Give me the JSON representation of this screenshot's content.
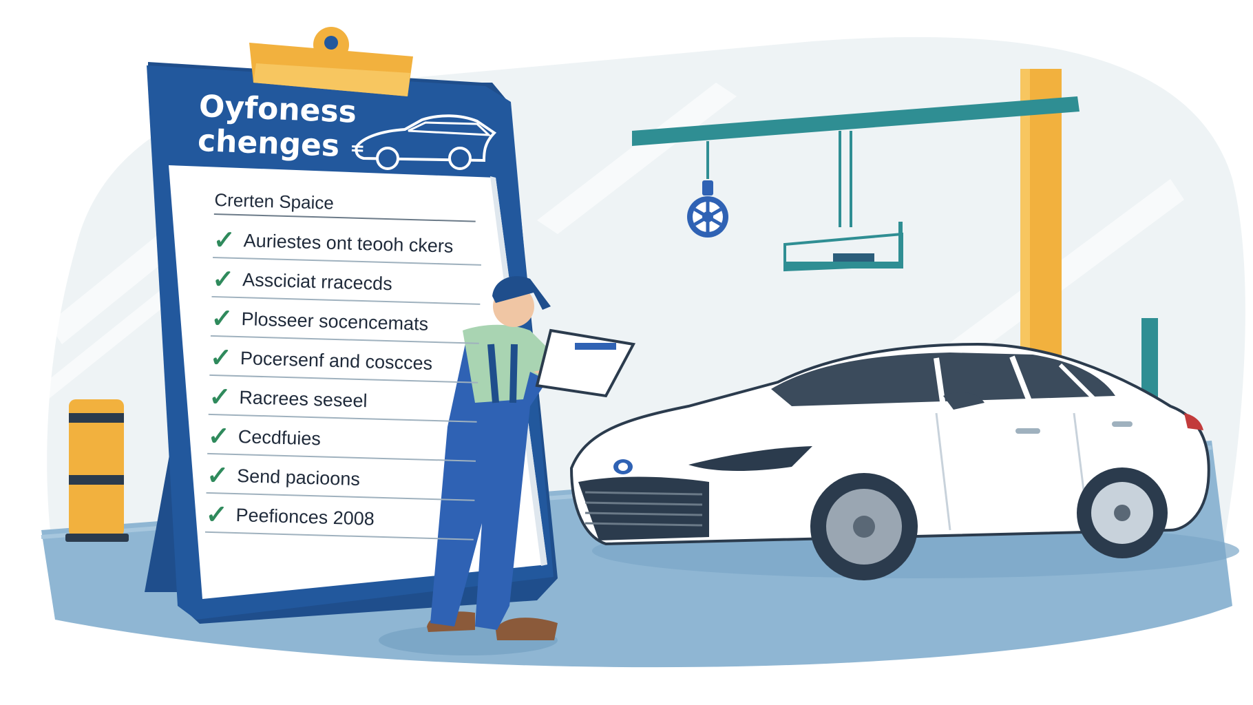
{
  "clipboard": {
    "title_line1": "Oyfoness",
    "title_line2": "chenges",
    "title_dash": "=",
    "section_title": "Crerten Spaice",
    "items": [
      {
        "label": "Auriestes ont teooh ckers",
        "checked": true
      },
      {
        "label": "Assciciat rracecds",
        "checked": true
      },
      {
        "label": "Plosseer socencemats",
        "checked": true
      },
      {
        "label": "Pocersenf and coscces",
        "checked": true
      },
      {
        "label": "Racrees seseel",
        "checked": true
      },
      {
        "label": "Cecdfuies",
        "checked": true
      },
      {
        "label": "Send pacioons",
        "checked": true
      },
      {
        "label": "Peefionces 2008",
        "checked": true
      }
    ],
    "check_glyph": "✓"
  },
  "colors": {
    "board_navy": "#1f4e8c",
    "clip_orange": "#f2b13e",
    "check_green": "#2f8a5c",
    "floor_blue": "#8fb6d3",
    "lift_teal": "#2f8e93",
    "uniform_blue": "#2f62b4",
    "shirt_green": "#a9d4b2"
  },
  "icons": [
    "car-outline-icon",
    "check-icon",
    "wheel-icon",
    "car-badge-icon"
  ]
}
